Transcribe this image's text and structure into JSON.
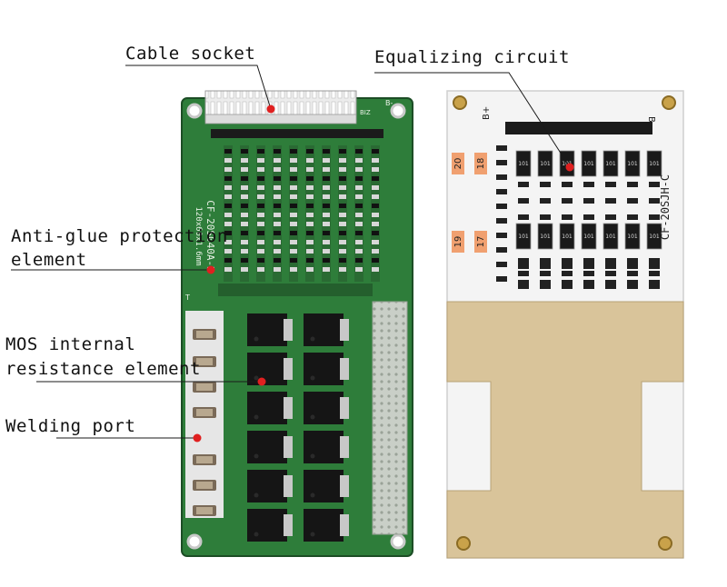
{
  "callouts": {
    "cable_socket": "Cable socket",
    "equalizing_circuit": "Equalizing circuit",
    "anti_glue_line1": "Anti-glue protection",
    "anti_glue_line2": "element",
    "mos_line1": "MOS internal",
    "mos_line2": "resistance element",
    "welding_port": "Welding port"
  },
  "left_board": {
    "silkscreen_model": "CF-20S040A-D",
    "silkscreen_size": "120x60x1.6mm",
    "corner_b_minus": "B-",
    "corner_biz": "BIZ",
    "corner_t": "T"
  },
  "right_board": {
    "silkscreen_model": "CF-20SJH-C",
    "b_plus": "B+",
    "b_minus": "B-",
    "cell_labels": [
      "20",
      "18",
      "19",
      "17"
    ],
    "resistor_code": "101"
  },
  "colors": {
    "pcb_green": "#2e7d3a",
    "pcb_dark_green": "#1f5a2a",
    "white_pcb": "#f4f4f4",
    "copper": "#d9c49a",
    "marker_red": "#e02020"
  }
}
